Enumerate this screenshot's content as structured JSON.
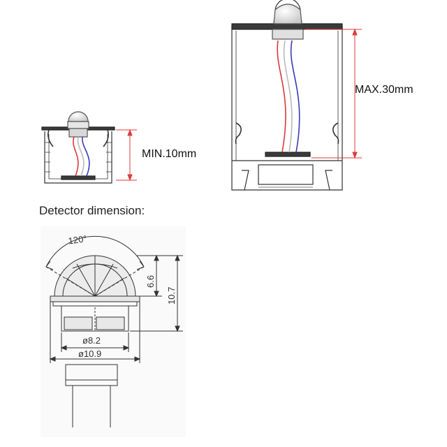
{
  "labels": {
    "min_height": "MIN.10mm",
    "max_height": "MAX.30mm",
    "section_title": "Detector dimension:"
  },
  "dimensions": {
    "angle": "120°",
    "height_dome": "6.6",
    "height_total": "10.7",
    "diameter_inner": "ø8.2",
    "diameter_outer": "ø10.9"
  },
  "colors": {
    "outline": "#333333",
    "dimension_line": "#e03a3a",
    "wire_red": "#d63a3a",
    "wire_blue": "#3a3ab8",
    "wire_gray": "#b8b8b8",
    "dome_fill": "#e6e6e6",
    "dark_part": "#3a3a3a"
  }
}
